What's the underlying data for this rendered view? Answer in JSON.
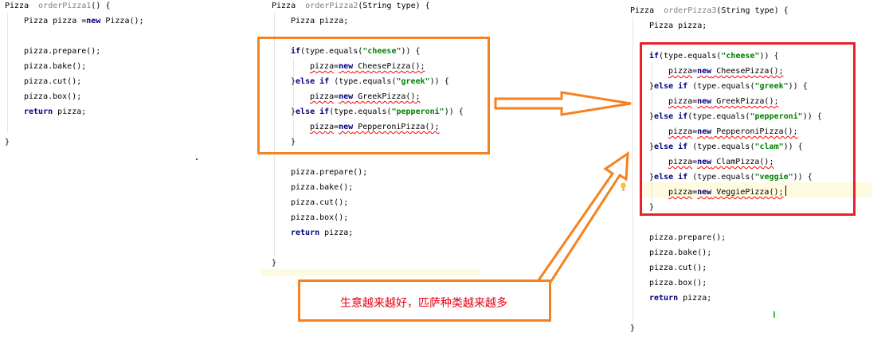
{
  "panel1": {
    "signature": {
      "type": "Pizza",
      "name": "orderPizza1",
      "rest": "() {"
    },
    "lines": [
      {
        "indent": 1,
        "parts": [
          {
            "t": "Pizza pizza =",
            "c": "fn"
          },
          {
            "t": "new",
            "c": "kw"
          },
          {
            "t": " Pizza();",
            "c": "fn"
          }
        ]
      },
      {
        "indent": 1,
        "parts": [
          {
            "t": "",
            "c": "fn"
          }
        ]
      },
      {
        "indent": 1,
        "parts": [
          {
            "t": "pizza.prepare();",
            "c": "fn"
          }
        ]
      },
      {
        "indent": 1,
        "parts": [
          {
            "t": "pizza.bake();",
            "c": "fn"
          }
        ]
      },
      {
        "indent": 1,
        "parts": [
          {
            "t": "pizza.cut();",
            "c": "fn"
          }
        ]
      },
      {
        "indent": 1,
        "parts": [
          {
            "t": "pizza.box();",
            "c": "fn"
          }
        ]
      },
      {
        "indent": 1,
        "parts": [
          {
            "t": "return",
            "c": "kw"
          },
          {
            "t": " pizza;",
            "c": "fn"
          }
        ]
      },
      {
        "indent": 0,
        "parts": [
          {
            "t": "",
            "c": "fn"
          }
        ]
      },
      {
        "indent": 0,
        "parts": [
          {
            "t": "}",
            "c": "fn"
          }
        ]
      }
    ]
  },
  "panel2": {
    "signature": {
      "type": "Pizza",
      "name": "orderPizza2",
      "rest": "(String type) {"
    },
    "lines": [
      {
        "indent": 1,
        "parts": [
          {
            "t": "Pizza pizza;",
            "c": "fn"
          }
        ]
      },
      {
        "indent": 1,
        "parts": [
          {
            "t": "",
            "c": "fn"
          }
        ]
      },
      {
        "indent": 1,
        "parts": [
          {
            "t": "if",
            "c": "kw"
          },
          {
            "t": "(type.equals(",
            "c": "fn"
          },
          {
            "t": "\"cheese\"",
            "c": "str"
          },
          {
            "t": ")) {",
            "c": "fn"
          }
        ]
      },
      {
        "indent": 2,
        "parts": [
          {
            "t": "pizza",
            "c": "fn squig"
          },
          {
            "t": "=",
            "c": "fn"
          },
          {
            "t": "new",
            "c": "kw squig"
          },
          {
            "t": " CheesePizza();",
            "c": "fn squig"
          }
        ]
      },
      {
        "indent": 1,
        "parts": [
          {
            "t": "}",
            "c": "fn"
          },
          {
            "t": "else if",
            "c": "kw"
          },
          {
            "t": " (type.equals(",
            "c": "fn"
          },
          {
            "t": "\"greek\"",
            "c": "str"
          },
          {
            "t": ")) {",
            "c": "fn"
          }
        ]
      },
      {
        "indent": 2,
        "parts": [
          {
            "t": "pizza",
            "c": "fn squig"
          },
          {
            "t": "=",
            "c": "fn"
          },
          {
            "t": "new",
            "c": "kw squig"
          },
          {
            "t": " GreekPizza();",
            "c": "fn squig"
          }
        ]
      },
      {
        "indent": 1,
        "parts": [
          {
            "t": "}",
            "c": "fn"
          },
          {
            "t": "else if",
            "c": "kw"
          },
          {
            "t": "(type.equals(",
            "c": "fn"
          },
          {
            "t": "\"pepperoni\"",
            "c": "str"
          },
          {
            "t": ")) {",
            "c": "fn"
          }
        ]
      },
      {
        "indent": 2,
        "parts": [
          {
            "t": "pizza",
            "c": "fn squig"
          },
          {
            "t": "=",
            "c": "fn"
          },
          {
            "t": "new",
            "c": "kw squig"
          },
          {
            "t": " PepperoniPizza();",
            "c": "fn squig"
          }
        ]
      },
      {
        "indent": 1,
        "parts": [
          {
            "t": "}",
            "c": "fn"
          }
        ]
      },
      {
        "indent": 1,
        "parts": [
          {
            "t": "",
            "c": "fn"
          }
        ]
      },
      {
        "indent": 1,
        "parts": [
          {
            "t": "pizza.prepare();",
            "c": "fn"
          }
        ]
      },
      {
        "indent": 1,
        "parts": [
          {
            "t": "pizza.bake();",
            "c": "fn"
          }
        ]
      },
      {
        "indent": 1,
        "parts": [
          {
            "t": "pizza.cut();",
            "c": "fn"
          }
        ]
      },
      {
        "indent": 1,
        "parts": [
          {
            "t": "pizza.box();",
            "c": "fn"
          }
        ]
      },
      {
        "indent": 1,
        "parts": [
          {
            "t": "return",
            "c": "kw"
          },
          {
            "t": " pizza;",
            "c": "fn"
          }
        ]
      },
      {
        "indent": 0,
        "parts": [
          {
            "t": "",
            "c": "fn"
          }
        ]
      },
      {
        "indent": 0,
        "parts": [
          {
            "t": "}",
            "c": "fn"
          }
        ]
      }
    ]
  },
  "panel3": {
    "signature": {
      "type": "Pizza",
      "name": "orderPizza3",
      "rest": "(String type) {"
    },
    "lines": [
      {
        "indent": 1,
        "parts": [
          {
            "t": "Pizza pizza;",
            "c": "fn"
          }
        ]
      },
      {
        "indent": 1,
        "parts": [
          {
            "t": "",
            "c": "fn"
          }
        ]
      },
      {
        "indent": 1,
        "parts": [
          {
            "t": "if",
            "c": "kw"
          },
          {
            "t": "(type.equals(",
            "c": "fn"
          },
          {
            "t": "\"cheese\"",
            "c": "str"
          },
          {
            "t": ")) {",
            "c": "fn"
          }
        ]
      },
      {
        "indent": 2,
        "parts": [
          {
            "t": "pizza",
            "c": "fn squig"
          },
          {
            "t": "=",
            "c": "fn"
          },
          {
            "t": "new",
            "c": "kw squig"
          },
          {
            "t": " CheesePizza();",
            "c": "fn squig"
          }
        ]
      },
      {
        "indent": 1,
        "parts": [
          {
            "t": "}",
            "c": "fn"
          },
          {
            "t": "else if",
            "c": "kw"
          },
          {
            "t": " (type.equals(",
            "c": "fn"
          },
          {
            "t": "\"greek\"",
            "c": "str"
          },
          {
            "t": ")) {",
            "c": "fn"
          }
        ]
      },
      {
        "indent": 2,
        "parts": [
          {
            "t": "pizza",
            "c": "fn squig"
          },
          {
            "t": "=",
            "c": "fn"
          },
          {
            "t": "new",
            "c": "kw squig"
          },
          {
            "t": " GreekPizza();",
            "c": "fn squig"
          }
        ]
      },
      {
        "indent": 1,
        "parts": [
          {
            "t": "}",
            "c": "fn"
          },
          {
            "t": "else if",
            "c": "kw"
          },
          {
            "t": "(type.equals(",
            "c": "fn"
          },
          {
            "t": "\"pepperoni\"",
            "c": "str"
          },
          {
            "t": ")) {",
            "c": "fn"
          }
        ]
      },
      {
        "indent": 2,
        "parts": [
          {
            "t": "pizza",
            "c": "fn squig"
          },
          {
            "t": "=",
            "c": "fn"
          },
          {
            "t": "new",
            "c": "kw squig"
          },
          {
            "t": " PepperoniPizza();",
            "c": "fn squig"
          }
        ]
      },
      {
        "indent": 1,
        "parts": [
          {
            "t": "}",
            "c": "fn"
          },
          {
            "t": "else if",
            "c": "kw"
          },
          {
            "t": " (type.equals(",
            "c": "fn"
          },
          {
            "t": "\"clam\"",
            "c": "str"
          },
          {
            "t": ")) {",
            "c": "fn"
          }
        ]
      },
      {
        "indent": 2,
        "parts": [
          {
            "t": "pizza",
            "c": "fn squig"
          },
          {
            "t": "=",
            "c": "fn"
          },
          {
            "t": "new",
            "c": "kw squig"
          },
          {
            "t": " ClamPizza();",
            "c": "fn squig"
          }
        ]
      },
      {
        "indent": 1,
        "parts": [
          {
            "t": "}",
            "c": "fn"
          },
          {
            "t": "else if",
            "c": "kw"
          },
          {
            "t": " (type.equals(",
            "c": "fn"
          },
          {
            "t": "\"veggie\"",
            "c": "str"
          },
          {
            "t": ")) {",
            "c": "fn"
          }
        ]
      },
      {
        "indent": 2,
        "parts": [
          {
            "t": "pizza",
            "c": "fn squig"
          },
          {
            "t": "=",
            "c": "fn"
          },
          {
            "t": "new",
            "c": "kw squig"
          },
          {
            "t": " VeggiePizza();",
            "c": "fn squig"
          }
        ]
      },
      {
        "indent": 1,
        "parts": [
          {
            "t": "}",
            "c": "fn"
          }
        ]
      },
      {
        "indent": 1,
        "parts": [
          {
            "t": "",
            "c": "fn"
          }
        ]
      },
      {
        "indent": 1,
        "parts": [
          {
            "t": "pizza.prepare();",
            "c": "fn"
          }
        ]
      },
      {
        "indent": 1,
        "parts": [
          {
            "t": "pizza.bake();",
            "c": "fn"
          }
        ]
      },
      {
        "indent": 1,
        "parts": [
          {
            "t": "pizza.cut();",
            "c": "fn"
          }
        ]
      },
      {
        "indent": 1,
        "parts": [
          {
            "t": "pizza.box();",
            "c": "fn"
          }
        ]
      },
      {
        "indent": 1,
        "parts": [
          {
            "t": "return",
            "c": "kw"
          },
          {
            "t": " pizza;",
            "c": "fn"
          }
        ]
      },
      {
        "indent": 1,
        "parts": [
          {
            "t": "",
            "c": "fn"
          }
        ]
      },
      {
        "indent": 0,
        "parts": [
          {
            "t": "}",
            "c": "fn"
          }
        ]
      }
    ]
  },
  "note": {
    "text": "生意越来越好，匹萨种类越来越多"
  },
  "colors": {
    "orange": "#f5821f",
    "red": "#e8212b",
    "note_text": "#e60012",
    "keyword": "#000080",
    "string": "#008000",
    "method_name": "#808080"
  },
  "icons": {
    "arrow_right": "arrow-right-icon",
    "arrow_up": "arrow-up-icon",
    "bulb": "lightbulb-icon"
  }
}
